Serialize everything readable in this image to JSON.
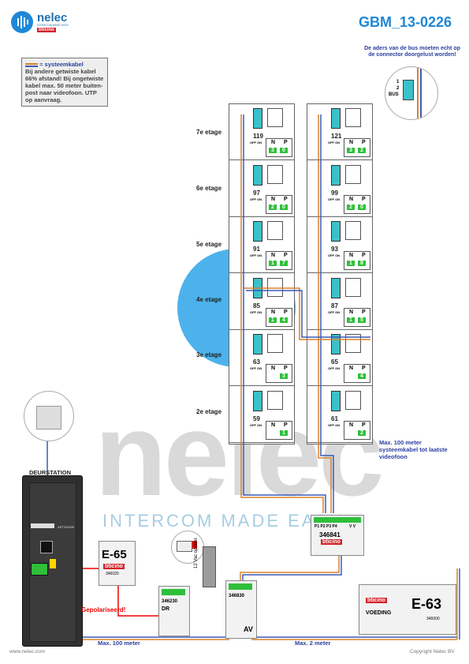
{
  "header": {
    "brand": "nelec",
    "brand_tagline": "INTERCOM MADE EASY",
    "brand_sub": "bticino",
    "doc_code": "GBM_13-0226"
  },
  "note_box": {
    "legend": "= systeemkabel",
    "text": "Bij andere getwiste kabel 66% afstand! Bij ongetwiste kabel max. 50 meter buiten-post naar videofoon. UTP op aanvraag."
  },
  "bus_note": {
    "text": "De aders van de bus moeten echt op de connector doorgelust worden!",
    "labels": [
      "1",
      "2",
      "BUS"
    ]
  },
  "floors": [
    "7e etage",
    "6e etage",
    "5e etage",
    "4e etage",
    "3e etage",
    "2e etage"
  ],
  "left_units": [
    {
      "number": "119",
      "n": "3",
      "p": "0"
    },
    {
      "number": "97",
      "n": "2",
      "p": "0"
    },
    {
      "number": "91",
      "n": "1",
      "p": "7"
    },
    {
      "number": "85",
      "n": "1",
      "p": "4"
    },
    {
      "number": "63",
      "n": "",
      "p": "3"
    },
    {
      "number": "59",
      "n": "",
      "p": "1"
    }
  ],
  "right_units": [
    {
      "number": "121",
      "n": "3",
      "p": "2"
    },
    {
      "number": "99",
      "n": "2",
      "p": "0"
    },
    {
      "number": "93",
      "n": "1",
      "p": "8"
    },
    {
      "number": "87",
      "n": "1",
      "p": "5"
    },
    {
      "number": "65",
      "n": "",
      "p": "4"
    },
    {
      "number": "61",
      "n": "",
      "p": "2"
    }
  ],
  "unit_labels": {
    "n": "N",
    "p": "P",
    "offon": "OFF ON"
  },
  "watermark": {
    "big": "nelec",
    "tag": "INTERCOM MADE EASY"
  },
  "devices": {
    "door_station": {
      "label": "DEURSTATION",
      "model": "ART343030"
    },
    "e65": {
      "title": "E-65",
      "brand": "bticino",
      "code": "346020"
    },
    "dr": {
      "code": "346230",
      "label": "DR"
    },
    "av": {
      "code": "346830",
      "label": "AV"
    },
    "splitter": {
      "code": "346841",
      "brand": "bticino",
      "ports": [
        "P1",
        "P2",
        "P3",
        "P4"
      ],
      "vv": "V V"
    },
    "e63": {
      "title": "E-63",
      "label": "VOEDING",
      "brand": "bticino",
      "code": "346000"
    },
    "opener": {
      "label": "12 Vac opener"
    }
  },
  "annotations": {
    "max100_video": "Max. 100 meter systeemkabel tot laatste videofoon",
    "polarized": "Gepolariseerd!",
    "max100": "Max. 100 meter",
    "max2": "Max. 2 meter"
  },
  "footer": {
    "left": "www.nelec.com",
    "right": "Copyright Nelec BV"
  },
  "colors": {
    "brand_blue": "#1e88d8",
    "cable_orange": "#d9822b",
    "cable_blue": "#3b5bb5",
    "green": "#2fbf3a",
    "red": "#e00000"
  }
}
